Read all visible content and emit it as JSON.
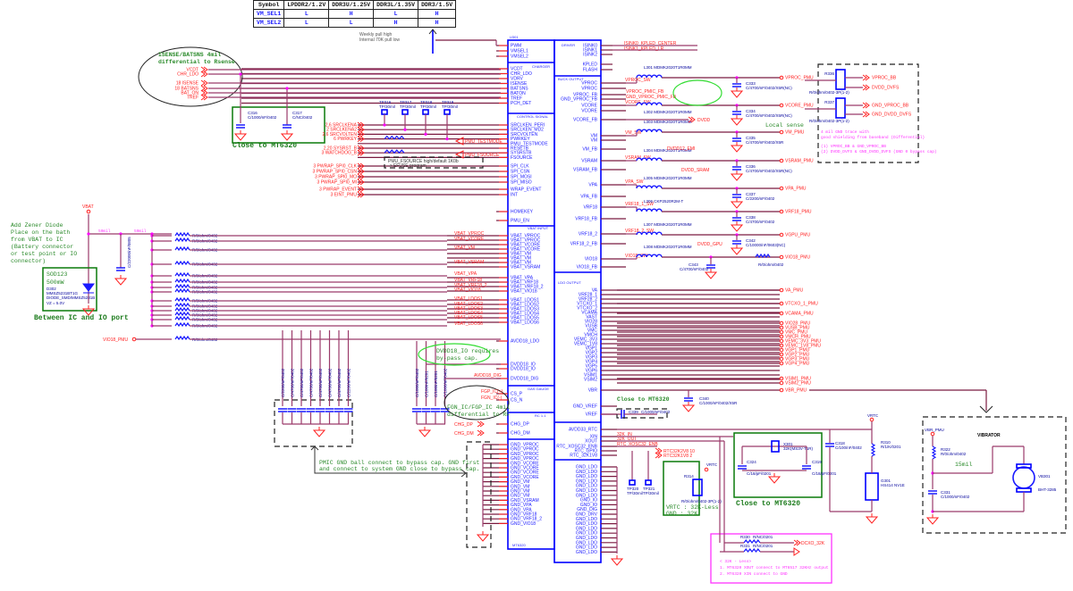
{
  "selection_table": {
    "headers": [
      "Symbol",
      "LPDDR2/1.2V",
      "DDR3U/1.25V",
      "DDR3L/1.35V",
      "DDR3/1.5V"
    ],
    "rows": [
      [
        "VM_SEL1",
        "L",
        "H",
        "L",
        "H"
      ],
      [
        "VM_SEL2",
        "L",
        "L",
        "H",
        "H"
      ]
    ]
  },
  "notes": {
    "pull_note_1": "Weekly pull high",
    "pull_note_2": "Internal 70K pull low",
    "isense_1": "ISENSE/BATSNS 4mil",
    "isense_2": "differential to Rsense",
    "close_1": "Close to MT6320",
    "zener_1": "Add Zener Diode",
    "zener_2": "Place on the bath",
    "zener_3": "from VBAT to IC",
    "zener_4": "(Battery connector",
    "zener_5": "or test point or IO",
    "zener_6": "connector)",
    "sod_1": "SOD123",
    "sod_2": "500mW",
    "sod_3": "D302",
    "sod_4": "MMSZ5231BT1G",
    "sod_5": "DIODE_SMD/MMSZ5231B",
    "sod_6": "VZ = 5.0V",
    "between": "Between IC and IO port",
    "dvdd_1": "DVDD18_IO requires",
    "dvdd_2": "by-pass cap.",
    "fgn_1": "FGN_IC/FGP_IC 4mil",
    "fgn_2": "differential to RF",
    "pmic_gnd_1": "PMIC GND ball connect to bypass cap. GND first",
    "pmic_gnd_2": "and connect to system GND close to bypass cap.",
    "close_2": "Close to MT6320",
    "close_3": "Close to MT6320",
    "local_sense": "Local sense",
    "gnd_trace_1": "4 mil GND trace with",
    "gnd_trace_2": "good shielding from baseband (Differential)",
    "gnd_trace_3": "(1) VPROC_BB & GND_VPROC_BB",
    "gnd_trace_4": "(2) DVDD_DVFS & GND_DVDD_DVFS (GND 0 bypass cap)",
    "vrtc_1": "VRTC : 32K-Less",
    "vrtc_2": "GND : 32K",
    "k32_1": "< 32K - Less>",
    "k32_2": "1. MT6320 XOUT connect to MT6517 32KHz output",
    "k32_3": "2. MT6320 XIN connect to GND",
    "fsource": "PMU_FSOURCE high/default 1K0b",
    "fsource_2": "-> EFUSE program",
    "mil_15": "15mil",
    "mil_50a": "50mil",
    "mil_50b": "50mil",
    "vibrator": "VIBRATOR"
  },
  "ic": {
    "ref": "U301",
    "part": "MT6320",
    "sections": {
      "driver": "DRIVER",
      "charger": "CHARGER",
      "control": "CONTROL SIGNAL",
      "vbat": "VBAT INPUT",
      "buck": "BUCK OUTPUT",
      "ldo": "LDO OUTPUT",
      "gas": "GAS GAUGE",
      "rc": "RC 1.1"
    },
    "left_top": [
      "PWM",
      "VMSEL1",
      "VMSEL2"
    ],
    "left_charger": [
      "VCDT",
      "CHR_LDO",
      "VDRV",
      "ISENSE",
      "BATSNS",
      "BATON",
      "TREF",
      "PCH_DET"
    ],
    "left_control": [
      "SRCLKEN_PERI",
      "SRCLKEN_MD2",
      "SRCVOLTEN",
      "PWRKEY",
      "PMU_TESTMODE",
      "RESETB",
      "SYSRSTB",
      "FSOURCE"
    ],
    "left_spi": [
      "SPI_CLK",
      "SPI_CSN",
      "SPI_MOSI",
      "SPI_MISO",
      "WRAP_EVENT",
      "INT"
    ],
    "left_misc": [
      "HOMEKEY",
      "PMU_EN"
    ],
    "left_vbat": [
      "VBAT_VPROC",
      "VBAT_VPROC",
      "VBAT_VCORE",
      "VBAT_VCORE",
      "VBAT_VM",
      "VBAT_VM",
      "VBAT_VM",
      "VBAT_VSRAM",
      "VBAT_VPA",
      "VBAT_VRF18",
      "VBAT_VRF18_2",
      "VBAT_VIO18",
      "VBAT_LDOS1",
      "VBAT_LDOS2",
      "VBAT_LDOS3",
      "VBAT_LDOS4",
      "VBAT_LDOS5",
      "VBAT_LDOS6"
    ],
    "left_io": [
      "AVDD18_LDO",
      "DVDD18_IO",
      "DVDD18_IO",
      "DVDD18_DIG",
      "CS_P",
      "CS_N",
      "CHG_DP",
      "CHG_DM"
    ],
    "left_gnd": [
      "GND_VPROC",
      "GND_VPROC",
      "GND_VPROC",
      "GND_VPROC",
      "GND_VCORE",
      "GND_VCORE",
      "GND_VCORE",
      "GND_VCORE",
      "GND_VM",
      "GND_VM",
      "GND_VM",
      "GND_VM",
      "GND_VSRAM",
      "GND_VPA",
      "GND_VPA",
      "GND_VRF18",
      "GND_VRF18_2",
      "GND_VIO18"
    ],
    "right_driver": [
      "ISINK0",
      "ISINK1",
      "ISINK2",
      "KPLED",
      "FLASH"
    ],
    "right_buck": [
      "VPROC",
      "VPROC",
      "VPROC_FB",
      "GND_VPROC_FB",
      "VCORE",
      "VCORE",
      "VCORE_FB",
      "VM",
      "VM",
      "VM_FB",
      "VSRAM",
      "VSRAM_FB",
      "VPA",
      "VPA_FB",
      "VRF18",
      "VRF18_FB",
      "VRF18_2",
      "VRF18_2_FB",
      "VIO18",
      "VIO18_FB"
    ],
    "right_ldo": [
      "VA",
      "VRF28_1",
      "VRF28_2",
      "VTCXO_1",
      "VTCXO_2",
      "VCAMA",
      "VAST",
      "VIO28",
      "VUSB",
      "VMC",
      "VMCH",
      "VEMC_3V3",
      "VEMC_1V8",
      "VGP1",
      "VGP2",
      "VGP3",
      "VGP4",
      "VGP5",
      "VGP6",
      "VSIM1",
      "VSIM2"
    ],
    "right_ref": [
      "VBR",
      "GND_VREF",
      "VREF"
    ],
    "right_rtc": [
      "AVDD33_RTC",
      "XIN",
      "XOUT",
      "RTC_XOSC32_ENB",
      "RTC_GPIO",
      "RTC_32K1V8"
    ],
    "right_gnd": [
      "GND_LDO",
      "GND_LDO",
      "GND_LDO",
      "GND_LDO",
      "GND_LDO",
      "GND_LDO",
      "GND_LDO",
      "GND_IO",
      "GND_IO",
      "GND_DIG",
      "GND_DRV",
      "GND_LDO",
      "GND_LDO",
      "GND_LDO",
      "GND_LDO",
      "GND_LDO",
      "GND_LDO",
      "GND_LDO",
      "GND_LDO"
    ]
  },
  "left_nets": {
    "charger": [
      "VCDT",
      "CHR_LDO",
      "18 ISENSE",
      "18 BATSNS",
      "BAT_ON",
      "TREF"
    ],
    "control": [
      "2,6  SRCLKENA",
      "2  SRCLKENA2",
      "2,6  SRCVOLTEN",
      "6  PWRKEY",
      "2,20  SYSRST_B",
      "3  WATCHDOG_B"
    ],
    "spi": [
      "3  PWRAP_SPI0_CLK",
      "3  PWRAP_SPI0_CSN",
      "3  PWRAP_SPI0_MO",
      "3  PWRAP_SPI0_MI",
      "3  PWRAP_EVENT",
      "3  EINT_PMU"
    ],
    "vbat_nets": [
      "VBAT_VPROC",
      "VBAT_VCORE",
      "VBAT_VM",
      "VBAT_VSRAM",
      "VBAT_VPA",
      "VBAT_VRF18",
      "VBAT_VRF18_2",
      "VBAT_VIO18",
      "VBAT_LDOS1",
      "VBAT_LDOS2",
      "VBAT_LDOS3",
      "VBAT_LDOS4",
      "VBAT_LDOS5",
      "VBAT_LDOS6"
    ],
    "vbat_res": "R/0/ohm/0402",
    "vbat": "VBAT",
    "vio18": "VIO18_PMU",
    "testmode": "PMU_TESTMODE",
    "fsource": "PMU_FSOURCE",
    "avdd18": "AVDD18_DIG",
    "fgp": "FGP_IC(+)",
    "fgn": "FGN_IC(-)",
    "chg_dp": "CHG_DP",
    "chg_dm": "CHG_DM",
    "c_vbat": "C/22000/nF/0805",
    "c_bottom": [
      "C/2200/nF/0402",
      "C/4700/nF/0402",
      "C/4700/nF/0402",
      "C/4700/nF/0402",
      "C/4700/nF/0402",
      "C/4700/nF/0402",
      "C/4700/nF/0402",
      "C/2200/nF/0402"
    ],
    "c_bottom2": [
      "C/1000/nF/0402",
      "C/100/nF/0201",
      "C/100/nF/0201",
      "C/1000/nF/0402"
    ],
    "c316": "C316",
    "c316v": "C/1000/nF/0402",
    "c317": "C317",
    "c317v": "C/NC/0402",
    "tps": [
      "TP316",
      "TP317",
      "TP318",
      "TP319"
    ],
    "tpv": "TP/30mil"
  },
  "right_nets": {
    "isink": [
      "ISINK0_KPLED_CENTER",
      "ISINK1_KPLED_LR"
    ],
    "buck_sw": [
      "VPROC_SW",
      "VPROC_PMIC_FB",
      "GND_VPROC_PMIC_FB",
      "VCORE_SW",
      "VM_SW",
      "VSRAM_SW",
      "VPA_SW",
      "VRF18_1_SW",
      "VRF18_2_SW",
      "VIO18_SW"
    ],
    "dvdd": [
      "DVDD",
      "DVDD12_EMI",
      "DVDD_SRAM",
      "DVDD_GPU"
    ],
    "inductors": [
      "L301  MDMK2020T1R0MM",
      "L302  MDMK2020T1R0MM",
      "L303  MDMK2020T1R0MM",
      "L304  MDMK2020T1R0MM",
      "L305  MDMK2020T1R0MM",
      "L306  CKP2520R2M-T",
      "L307  MDMK2020T1R0MM",
      "L308  MDMK2020T1R0MM"
    ],
    "pmu": [
      "VPROC_PMU",
      "VCORE_PMU",
      "VM_PMU",
      "VSRAM_PMU",
      "VPA_PMU",
      "VRF18_PMU",
      "VGPU_PMU",
      "VIO18_PMU"
    ],
    "caps": [
      [
        "C333",
        "C/4700/nF/0402/X5R(NC)"
      ],
      [
        "C334",
        "C/4700/nF/0402/X5R(NC)"
      ],
      [
        "C335",
        "C/4700/nF/0402/X5R"
      ],
      [
        "C336",
        "C/4700/nF/0402/X5R(NC)"
      ],
      [
        "C337",
        "C/2200/nF/0402"
      ],
      [
        "C338",
        "C/4700/nF/0402"
      ],
      [
        "C342",
        "C/10000/nF/0603(NC)"
      ]
    ],
    "c343": [
      "C343",
      "C/4700/nF/0402"
    ],
    "r_vio": "R/0/ohm/0402",
    "ldo_pmu": [
      "VA_PMU",
      "VTCXO_1_PMU",
      "VCAMA_PMU",
      "VIO28_PMU",
      "VUSB_PMU",
      "VMC_PMU",
      "VMCH_PMU",
      "VEMC_3V3_PMU",
      "VEMC_1V8_PMU",
      "VGP1_PMU",
      "VGP2_PMU",
      "VGP3_PMU",
      "VGP4_PMU",
      "VSIM1_PMU",
      "VSIM2_PMU",
      "VBR_PMU"
    ],
    "bb_out": [
      "VPROC_BB",
      "DVDD_DVFS",
      "GND_VPROC_BB",
      "GND_DVDD_DVFS"
    ],
    "bb_res": [
      "R336",
      "R337"
    ],
    "bb_resv": "R/0/ohm/0402-3P(1-2)",
    "c340": [
      "C340",
      "C/1000/nF/0402/X5R"
    ],
    "c339": [
      "C339",
      "C/1000/nF/0402"
    ],
    "rtc_nets": [
      "32K_IN",
      "32K_OUT",
      "RTC_XOSC32_ENB"
    ],
    "rtc_ext": [
      "RTC32K2V8  10",
      "RTC32K1V8  2"
    ],
    "tp320": [
      "TP320",
      "TP/30mil"
    ],
    "tp321": [
      "TP321",
      "TP/30mil"
    ],
    "r314": [
      "R314",
      "R/0/ohm/0402-3P(1-2)"
    ],
    "vrtc": "VRTC",
    "x301": [
      "X301",
      "32K(MS3V-T1R)"
    ],
    "c324": [
      "C324",
      "C/18/pF/0201"
    ],
    "c319": [
      "C319",
      "C/18/pF/0201"
    ],
    "c318": [
      "C318",
      "C/100/nF/0402"
    ],
    "r310": [
      "R310",
      "R/1/K/0201"
    ],
    "g301": [
      "G301",
      "HS414 NV1E"
    ],
    "r330": [
      "R330",
      "R/NC/0201"
    ],
    "r331": [
      "R331",
      "R/NC/0201"
    ],
    "dcxo": "DCXO_32K",
    "vbr_pmu": "VBR_PMU",
    "r322": [
      "R322",
      "R/0/ohm/0402"
    ],
    "c331": [
      "C331",
      "C/1000/nF/0402"
    ],
    "vb301": [
      "VB301",
      "BHT-3285"
    ]
  },
  "colors": {
    "wire": "#9b3a6a",
    "net": "#ff2020",
    "ic": "#0000ff",
    "note": "#2a8a2a",
    "highlight": "#ff33ff"
  }
}
